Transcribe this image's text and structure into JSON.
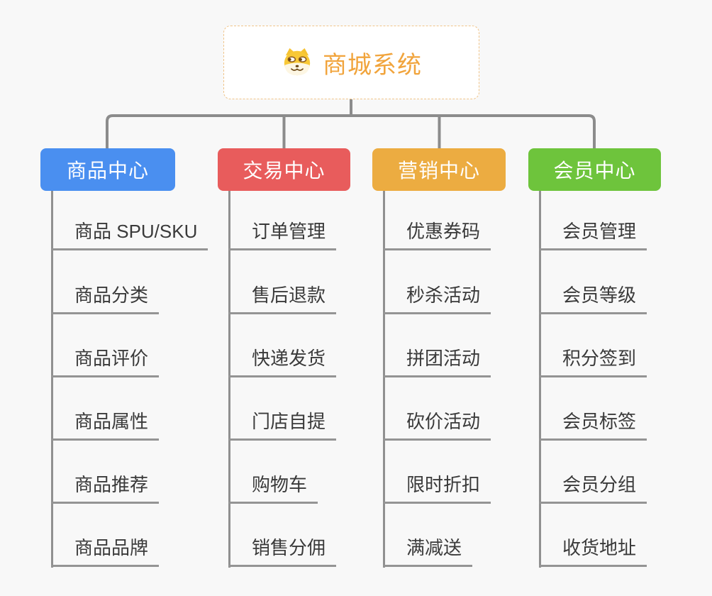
{
  "root": {
    "title": "商城系统",
    "icon": "shiba-dog-icon",
    "title_color": "#f1a43c",
    "border_color": "#f0c489",
    "background": "#ffffff"
  },
  "branches": [
    {
      "label": "商品中心",
      "color": "#4a8ff0",
      "children": [
        "商品 SPU/SKU",
        "商品分类",
        "商品评价",
        "商品属性",
        "商品推荐",
        "商品品牌"
      ]
    },
    {
      "label": "交易中心",
      "color": "#e85c5c",
      "children": [
        "订单管理",
        "售后退款",
        "快递发货",
        "门店自提",
        "购物车",
        "销售分佣"
      ]
    },
    {
      "label": "营销中心",
      "color": "#ecac41",
      "children": [
        "优惠券码",
        "秒杀活动",
        "拼团活动",
        "砍价活动",
        "限时折扣",
        "满减送"
      ]
    },
    {
      "label": "会员中心",
      "color": "#6ec43c",
      "children": [
        "会员管理",
        "会员等级",
        "积分签到",
        "会员标签",
        "会员分组",
        "收货地址"
      ]
    }
  ],
  "style": {
    "page_background": "#f8f8f8",
    "connector_color": "#8c8c8c",
    "underline_color": "#949494",
    "child_text_color": "#3a3a3a",
    "branch_text_color": "#ffffff"
  }
}
